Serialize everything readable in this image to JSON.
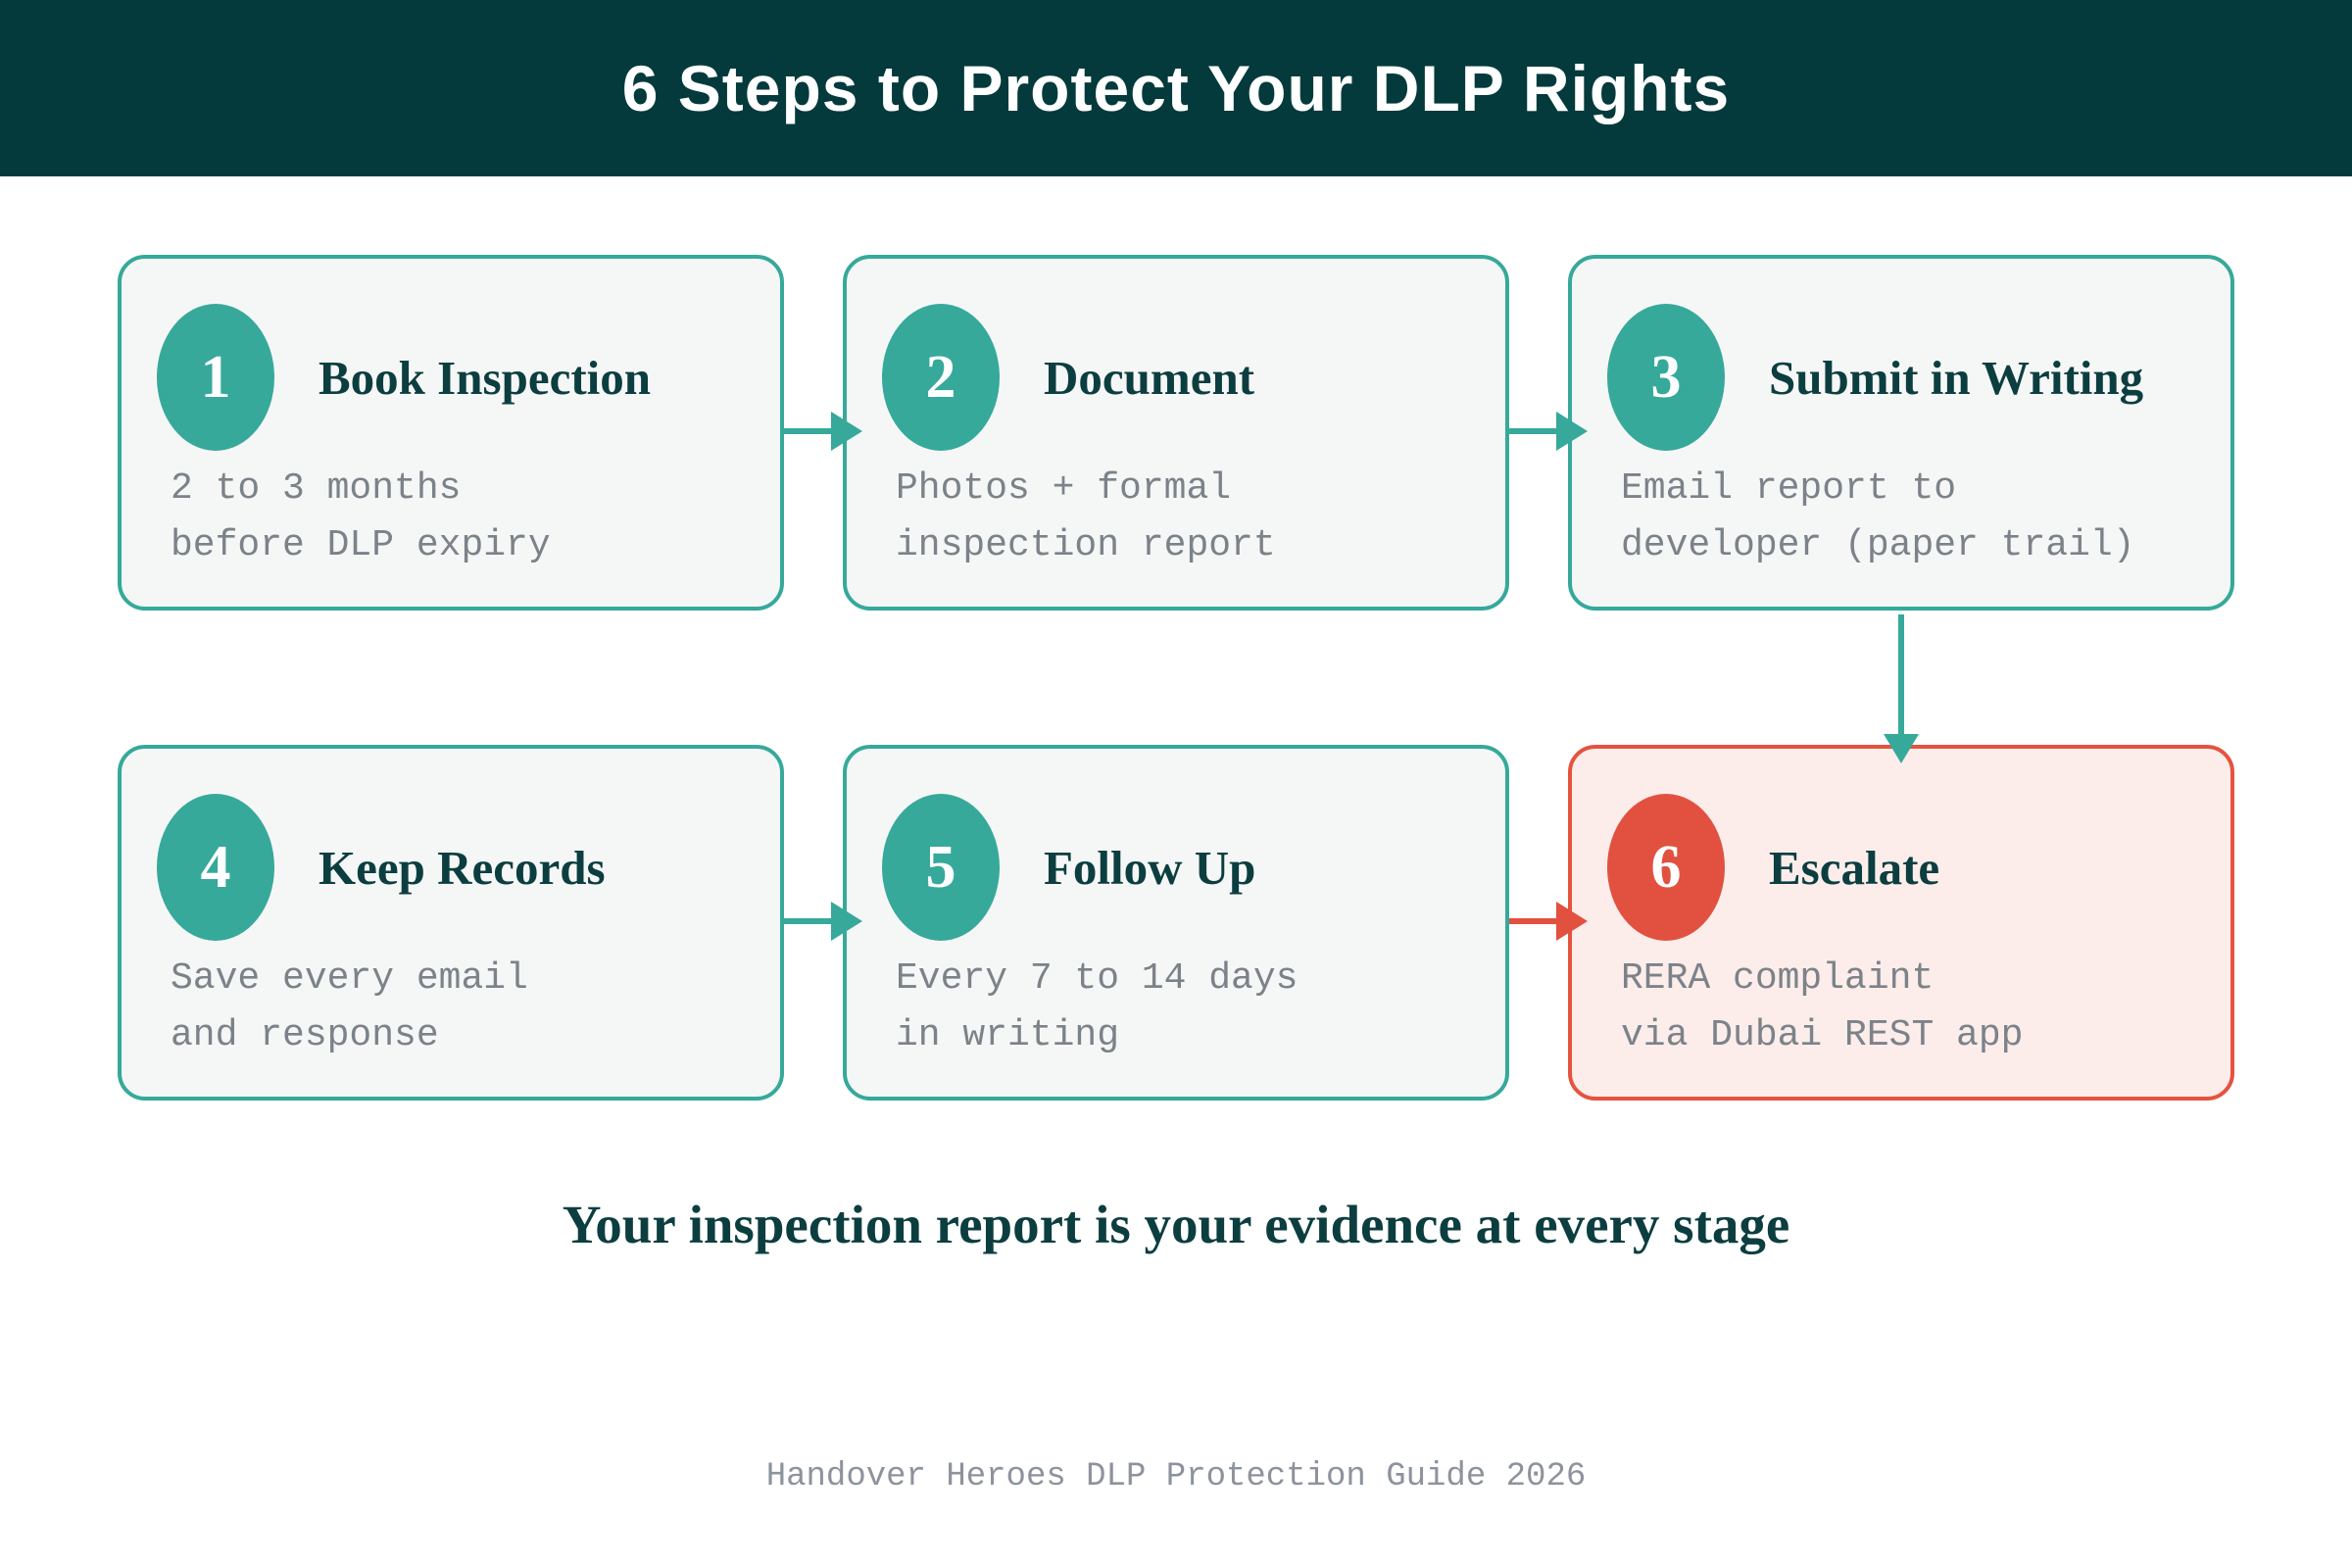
{
  "header": {
    "title": "6 Steps to Protect Your DLP Rights"
  },
  "colors": {
    "header_bg": "#043a3c",
    "teal_accent": "#36a99b",
    "red_accent": "#e25140",
    "card_bg": "#f5f7f6",
    "card_red_bg": "#fcedea",
    "title_text": "#0c3e40",
    "desc_text": "#7c8289",
    "header_text": "#ffffff"
  },
  "steps": [
    {
      "number": "1",
      "title": "Book Inspection",
      "desc_line1": "2 to 3 months",
      "desc_line2": "before DLP expiry",
      "accent": "teal"
    },
    {
      "number": "2",
      "title": "Document",
      "desc_line1": "Photos + formal",
      "desc_line2": "inspection report",
      "accent": "teal"
    },
    {
      "number": "3",
      "title": "Submit in Writing",
      "desc_line1": "Email report to",
      "desc_line2": "developer (paper trail)",
      "accent": "teal"
    },
    {
      "number": "4",
      "title": "Keep Records",
      "desc_line1": "Save every email",
      "desc_line2": "and response",
      "accent": "teal"
    },
    {
      "number": "5",
      "title": "Follow Up",
      "desc_line1": "Every 7 to 14 days",
      "desc_line2": "in writing",
      "accent": "teal"
    },
    {
      "number": "6",
      "title": "Escalate",
      "desc_line1": "RERA complaint",
      "desc_line2": "via Dubai REST app",
      "accent": "red"
    }
  ],
  "tagline": "Your inspection report is your evidence at every stage",
  "footer": "Handover Heroes DLP Protection Guide 2026"
}
